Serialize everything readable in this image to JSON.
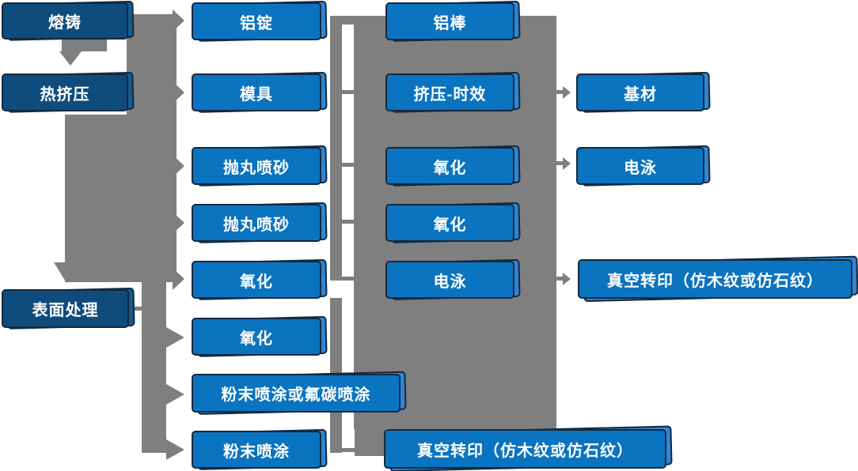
{
  "diagram_title": "",
  "nodes": {
    "rongzhu": {
      "label": "熔铸"
    },
    "rejiya": {
      "label": "热挤压"
    },
    "biaomianchuli": {
      "label": "表面处理"
    },
    "lvding": {
      "label": "铝锭"
    },
    "moju": {
      "label": "模具"
    },
    "paowan1": {
      "label": "抛丸喷砂"
    },
    "paowan2": {
      "label": "抛丸喷砂"
    },
    "yanghua1": {
      "label": "氧化"
    },
    "yanghua2": {
      "label": "氧化"
    },
    "fenmo_futan": {
      "label": "粉末喷涂或氟碳喷涂"
    },
    "fenmo": {
      "label": "粉末喷涂"
    },
    "lvbang": {
      "label": "铝棒"
    },
    "jiya_shixiao": {
      "label": "挤压-时效"
    },
    "yanghua3": {
      "label": "氧化"
    },
    "yanghua4": {
      "label": "氧化"
    },
    "dianyong1": {
      "label": "电泳"
    },
    "zhenkong1": {
      "label": "真空转印（仿木纹或仿石纹）"
    },
    "jicai": {
      "label": "基材"
    },
    "dianyong2": {
      "label": "电泳"
    },
    "zhenkong2": {
      "label": "真空转印（仿木纹或仿石纹）"
    }
  },
  "colors": {
    "box_blue": "#0b74c0",
    "box_navy": "#0e4c7d",
    "box_back_blue": "#2e86d4",
    "box_border": "#14293f",
    "connector_gray": "#7f7f7f",
    "text": "#ffffff",
    "background": "#ffffff"
  }
}
